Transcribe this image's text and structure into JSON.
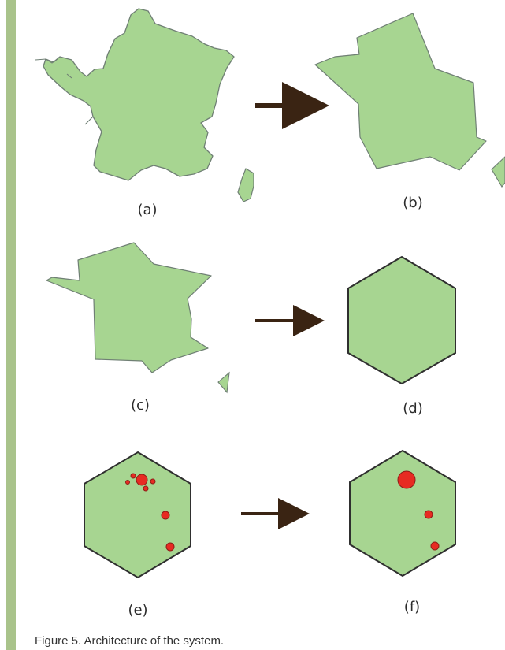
{
  "colors": {
    "accent_bar": "#a9c38b",
    "land_fill": "#a7d591",
    "land_stroke": "#6f7f74",
    "hexagon_stroke": "#2f2f2f",
    "arrow": "#3a2413",
    "dot_fill": "#e72b22",
    "dot_stroke": "#8d1d17"
  },
  "panels": {
    "a": {
      "label": "(a)"
    },
    "b": {
      "label": "(b)"
    },
    "c": {
      "label": "(c)"
    },
    "d": {
      "label": "(d)"
    },
    "e": {
      "label": "(e)"
    },
    "f": {
      "label": "(f)"
    }
  },
  "caption": "Figure 5. Architecture of the system.",
  "icons": [
    "france-map-detailed-icon",
    "france-map-simplified-icon",
    "hexagon-icon",
    "arrow-right-icon",
    "red-dot-icon"
  ]
}
